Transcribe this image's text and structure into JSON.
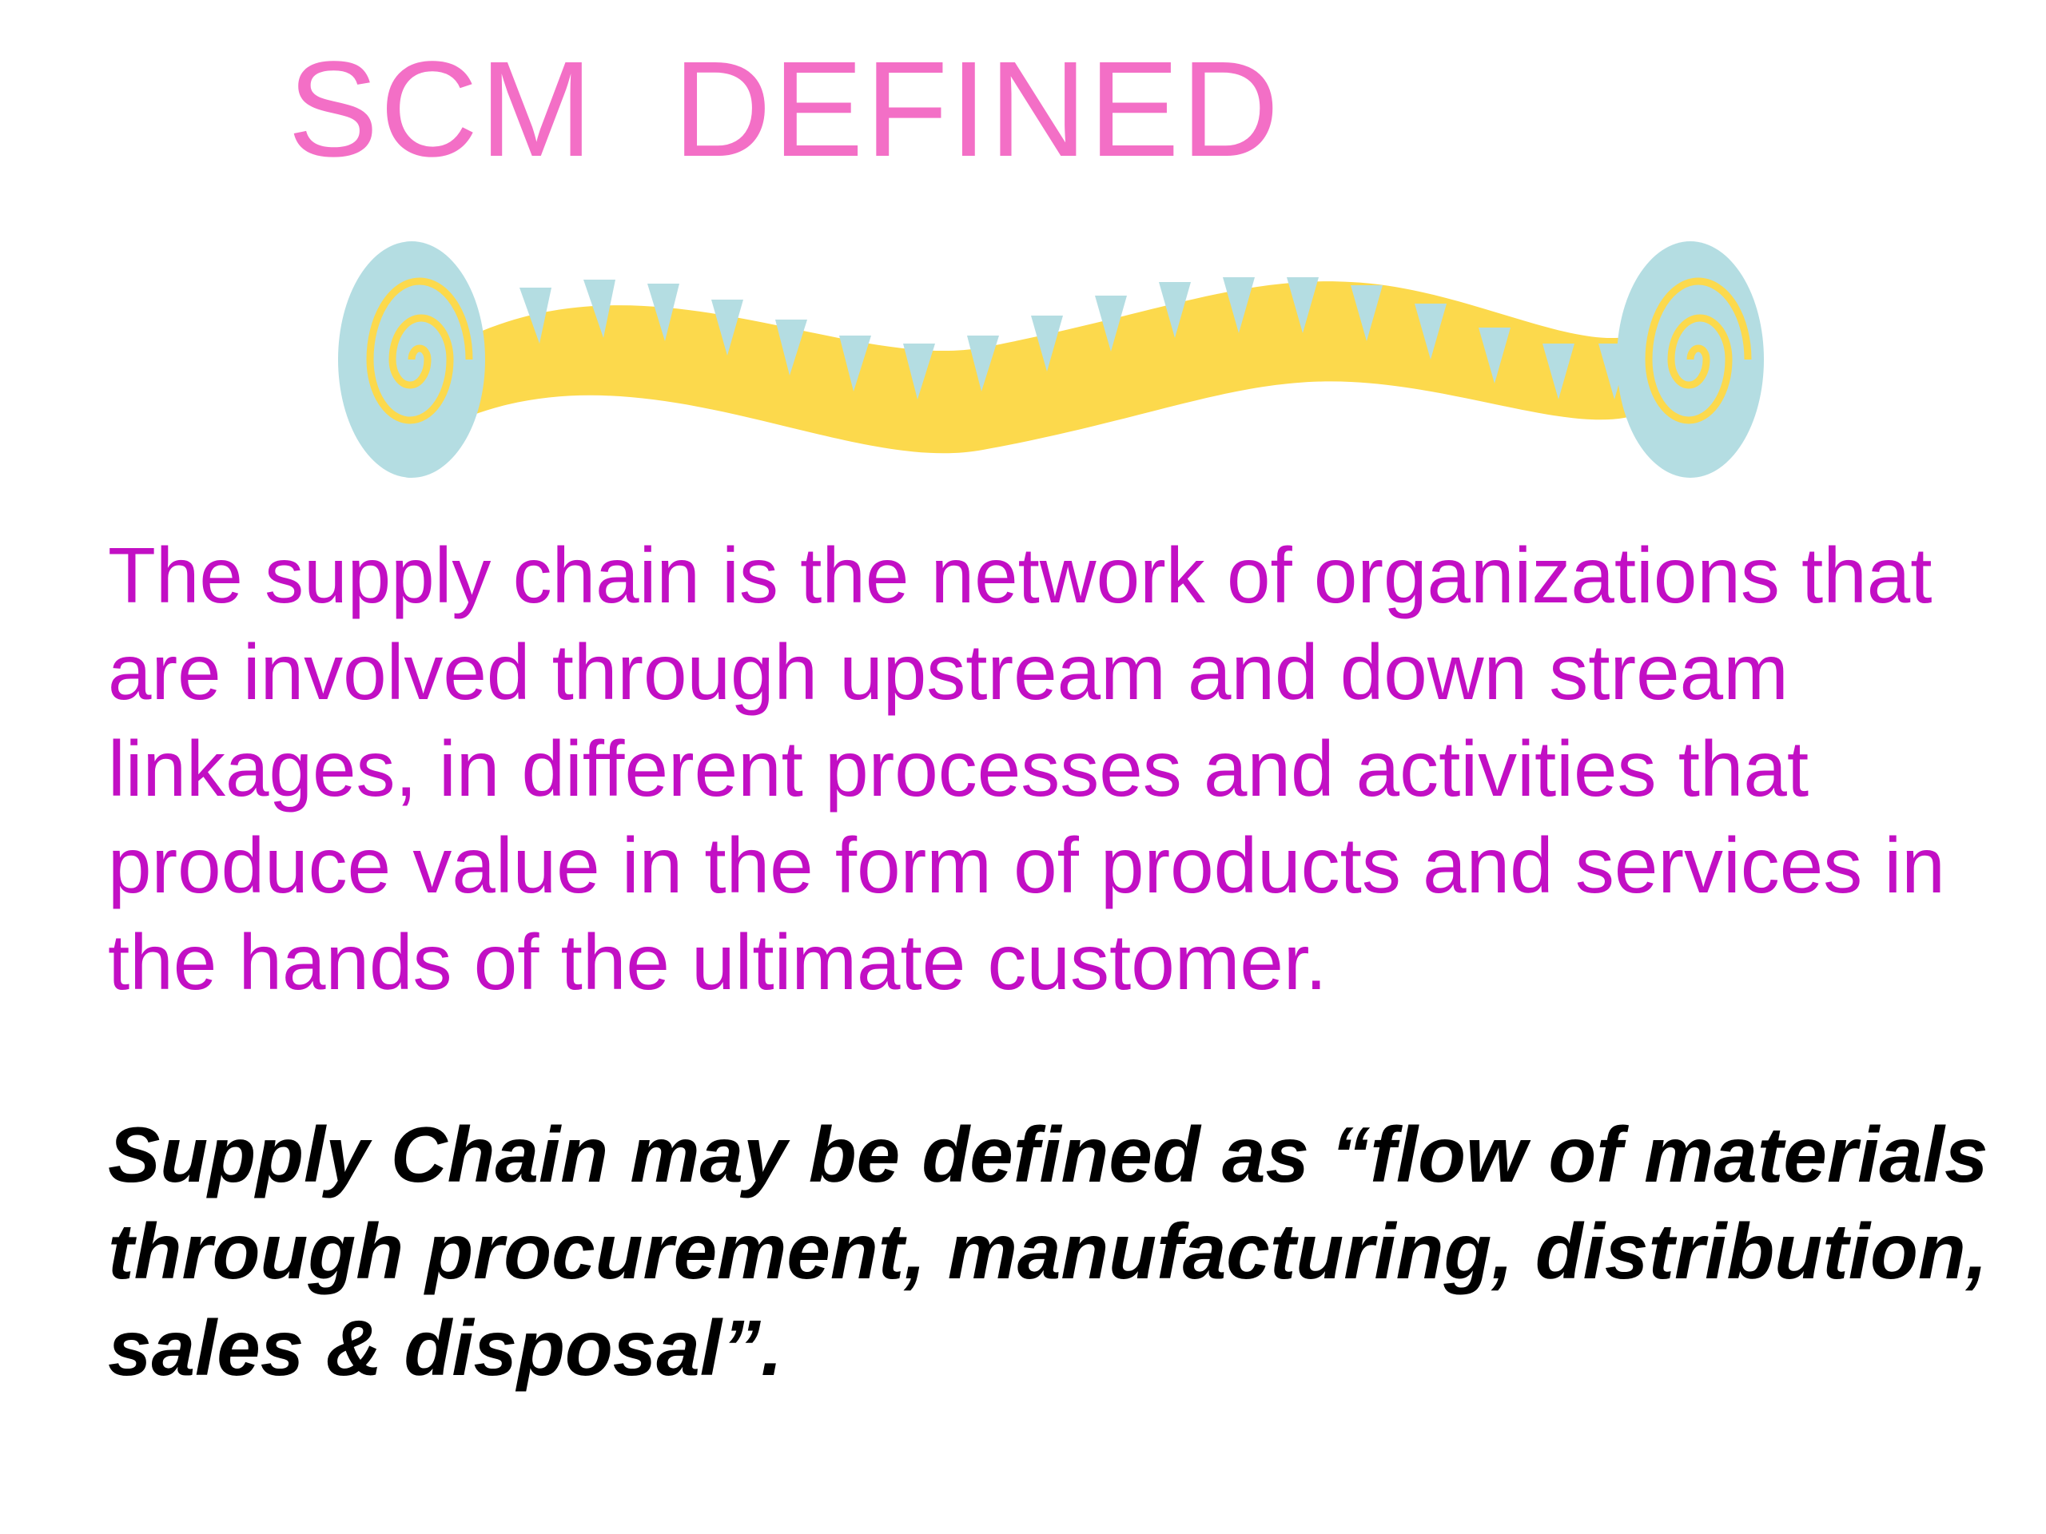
{
  "slide": {
    "title": "SCM  DEFINED",
    "definition": "The supply chain is the network of organizations that are involved through upstream and down stream linkages, in different processes and activities that produce value in the form of products and services in the hands of the ultimate customer.",
    "quote": "Supply Chain may be defined as “flow of materials through procurement, manufacturing, distribution, sales & disposal”."
  },
  "colors": {
    "title": "#f36fc6",
    "definition": "#c20fc4",
    "quote": "#000000",
    "banner_ribbon": "#fcd94c",
    "banner_ends": "#b4dde2"
  },
  "decoration": {
    "icon": "wavy-ribbon-banner-icon"
  }
}
